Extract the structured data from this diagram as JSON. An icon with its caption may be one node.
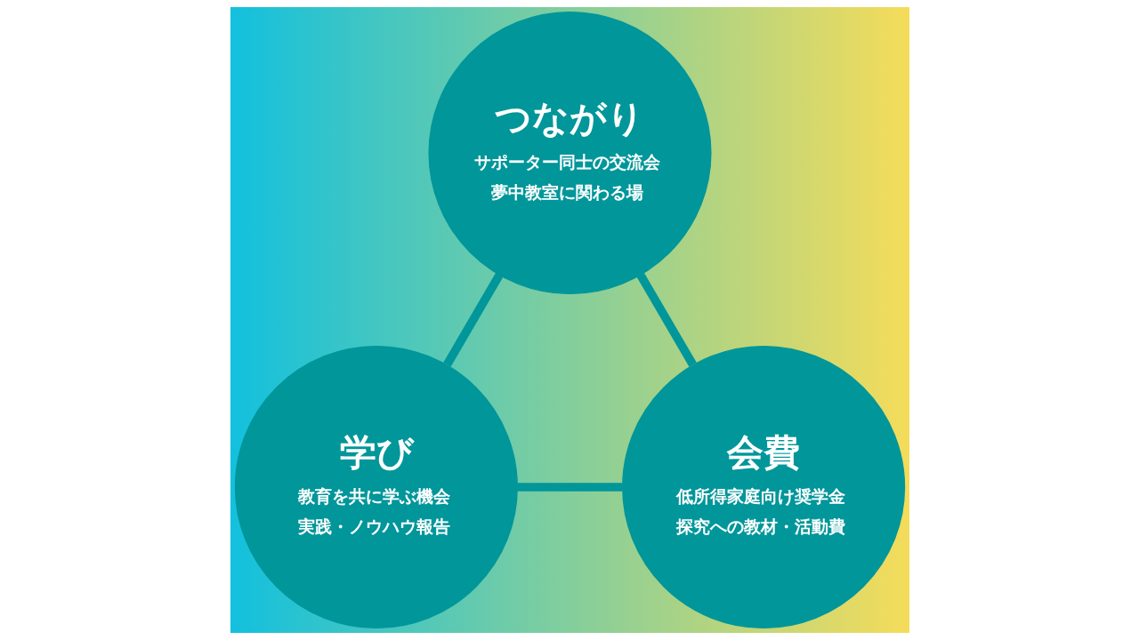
{
  "diagram": {
    "nodes": [
      {
        "text": [
          "つながり",
          "サポーター同士の交流会",
          "夢中教室に関わる場"
        ]
      },
      {
        "text": [
          "学び",
          "教育を共に学ぶ機会",
          "実践・ノウハウ報告"
        ]
      },
      {
        "text": [
          "会費",
          "低所得家庭向け奨学金",
          "探究への教材・活動費"
        ]
      }
    ],
    "edges": [
      {
        "from": 0,
        "to": 1,
        "arrow": "none"
      },
      {
        "from": 1,
        "to": 2,
        "arrow": "none"
      },
      {
        "from": 2,
        "to": 0,
        "arrow": "none"
      }
    ]
  }
}
